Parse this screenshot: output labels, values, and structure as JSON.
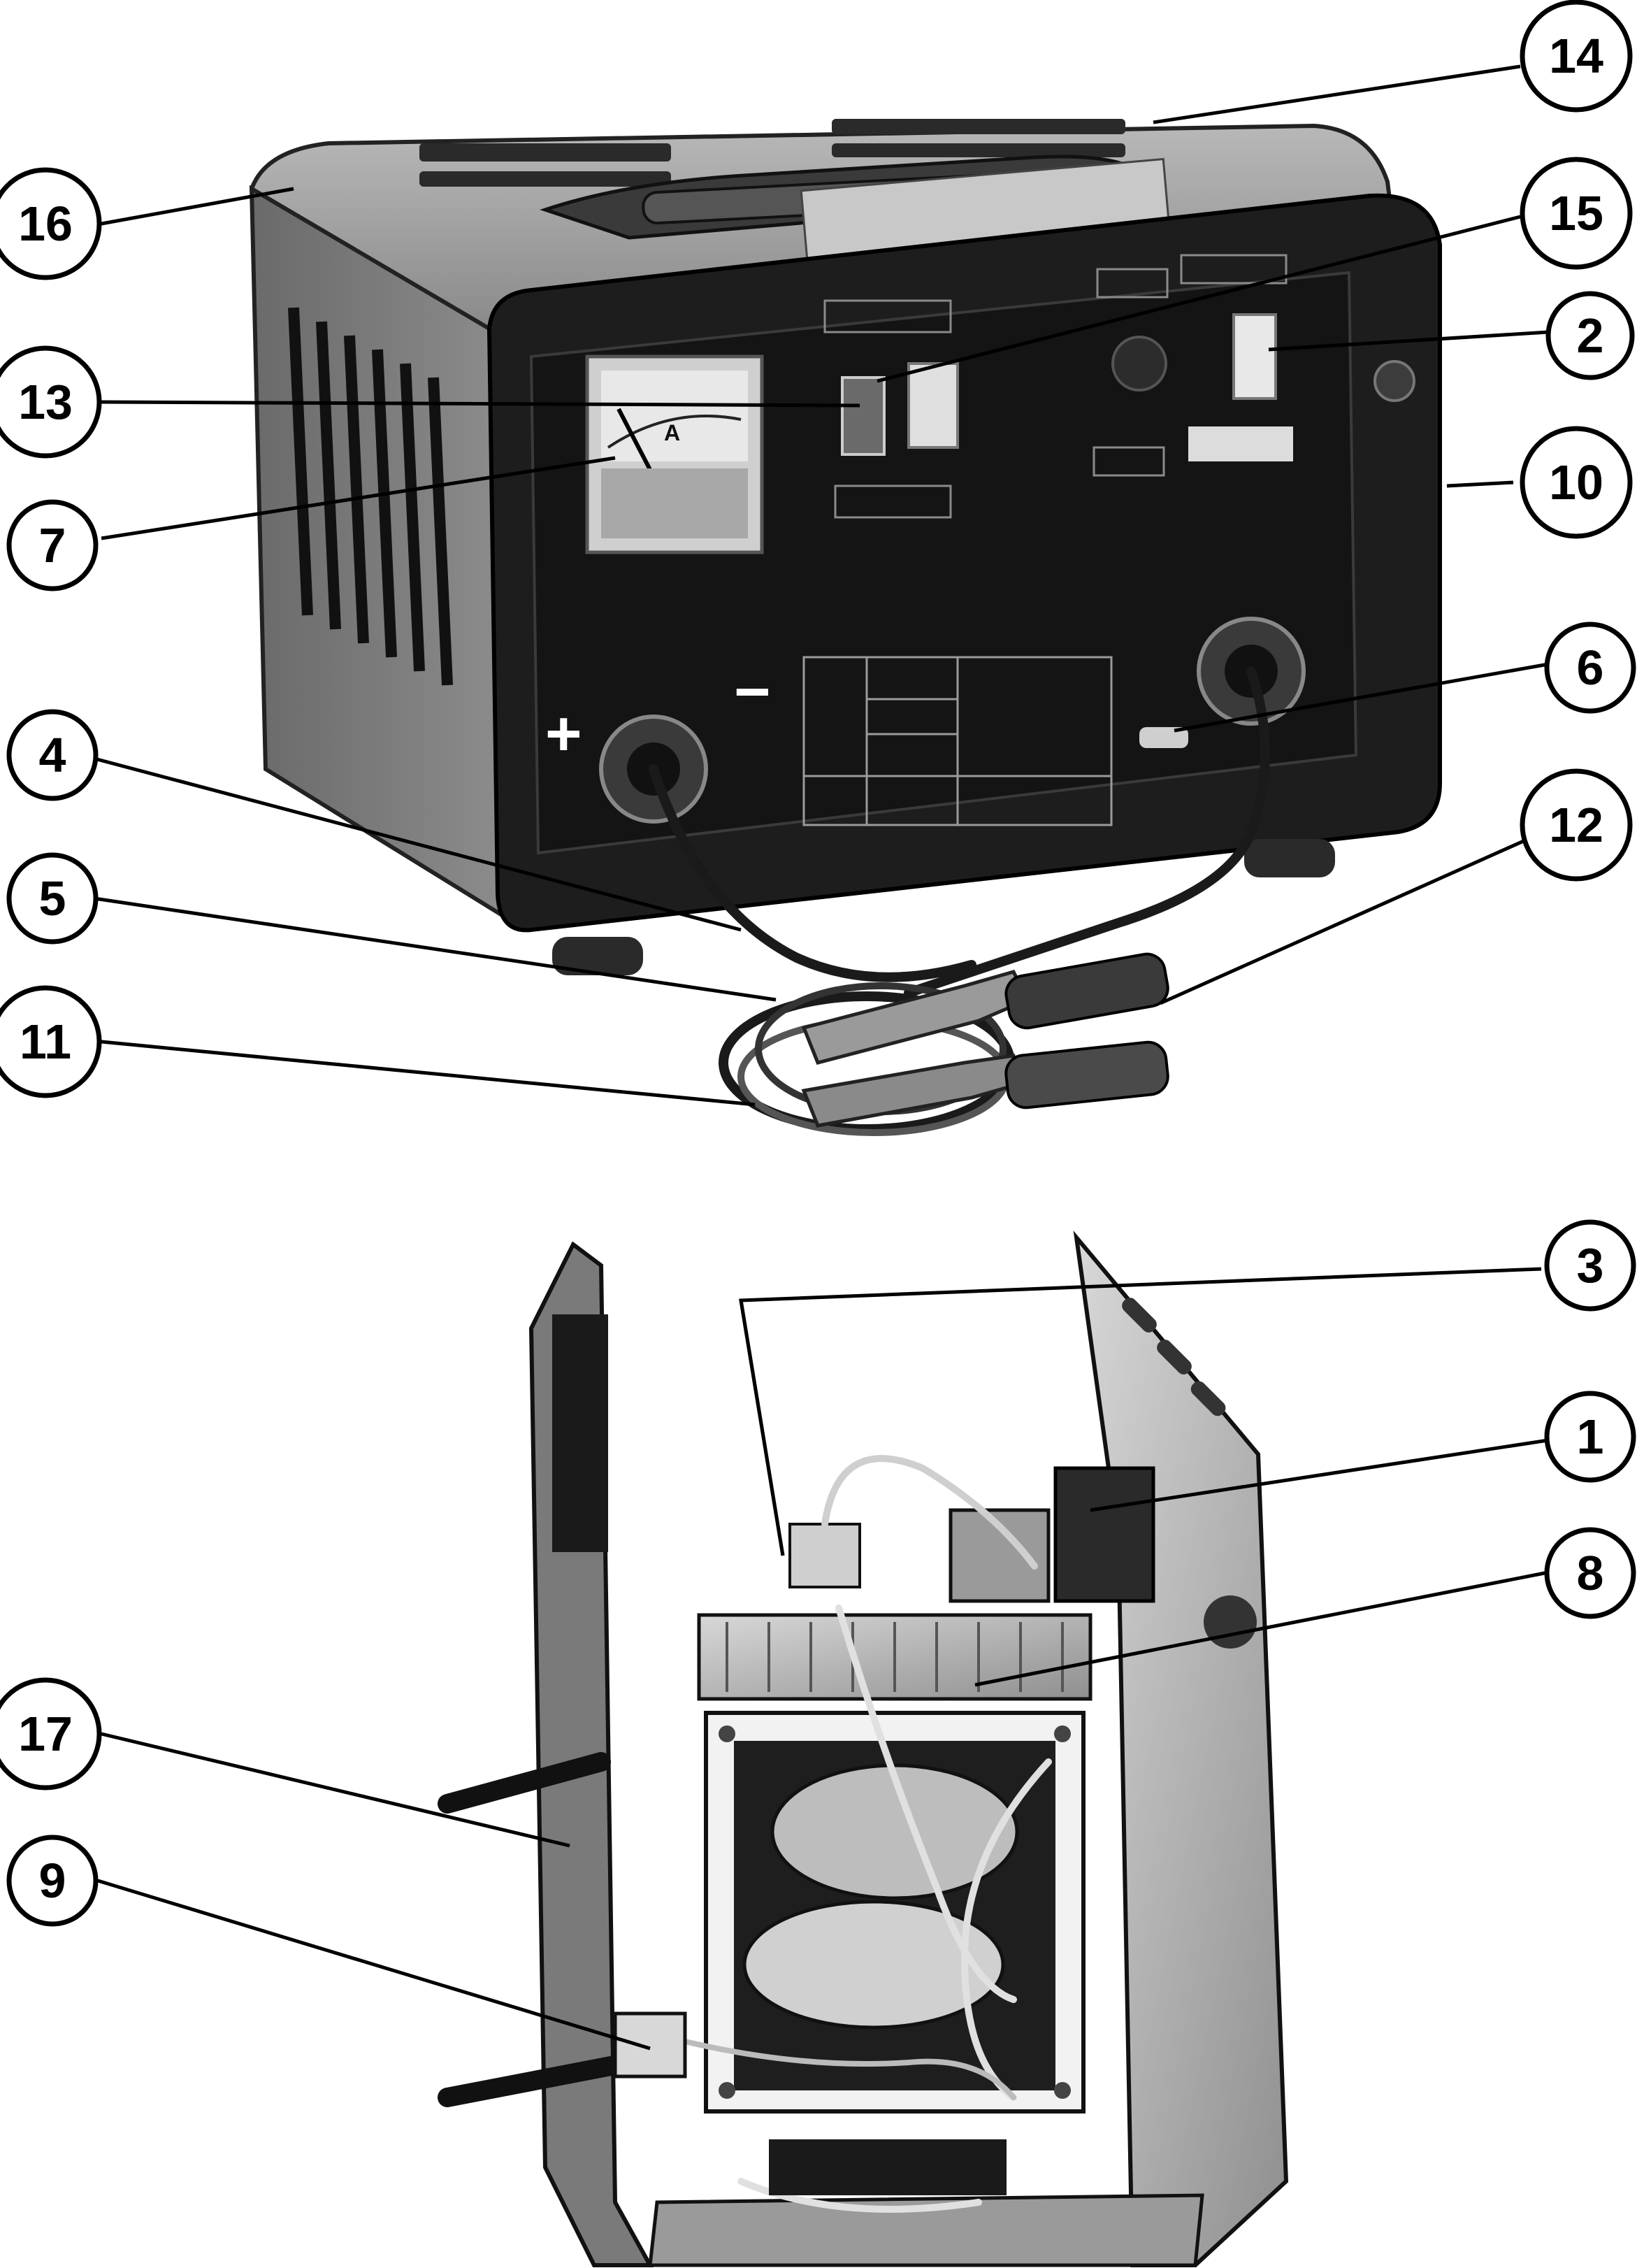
{
  "callouts": [
    {
      "label": "14"
    },
    {
      "label": "16"
    },
    {
      "label": "15"
    },
    {
      "label": "13"
    },
    {
      "label": "2"
    },
    {
      "label": "10"
    },
    {
      "label": "7"
    },
    {
      "label": "6"
    },
    {
      "label": "4"
    },
    {
      "label": "12"
    },
    {
      "label": "5"
    },
    {
      "label": "11"
    },
    {
      "label": "3"
    },
    {
      "label": "1"
    },
    {
      "label": "8"
    },
    {
      "label": "17"
    },
    {
      "label": "9"
    }
  ],
  "panel": {
    "meter_unit": "A",
    "plus_sign": "+",
    "minus_sign": "−"
  }
}
